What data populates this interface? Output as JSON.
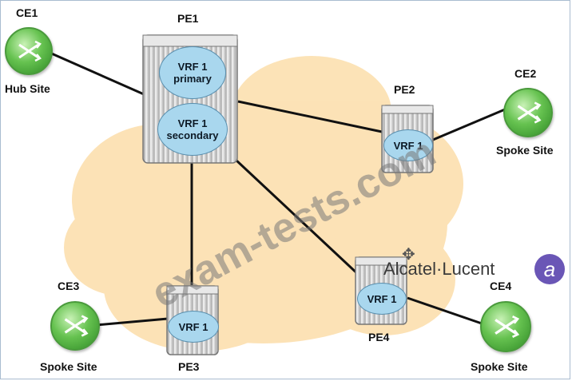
{
  "nodes": {
    "ce1": {
      "name": "CE1",
      "site": "Hub Site"
    },
    "ce2": {
      "name": "CE2",
      "site": "Spoke Site"
    },
    "ce3": {
      "name": "CE3",
      "site": "Spoke Site"
    },
    "ce4": {
      "name": "CE4",
      "site": "Spoke Site"
    },
    "pe1": {
      "name": "PE1",
      "vrf_primary": [
        "VRF 1",
        "primary"
      ],
      "vrf_secondary": [
        "VRF 1",
        "secondary"
      ]
    },
    "pe2": {
      "name": "PE2",
      "vrf": "VRF 1"
    },
    "pe3": {
      "name": "PE3",
      "vrf": "VRF 1"
    },
    "pe4": {
      "name": "PE4",
      "vrf": "VRF 1"
    }
  },
  "links": [
    [
      "CE1",
      "PE1"
    ],
    [
      "PE1",
      "PE2"
    ],
    [
      "PE1",
      "PE3"
    ],
    [
      "PE1",
      "PE4"
    ],
    [
      "PE2",
      "CE2"
    ],
    [
      "PE3",
      "CE3"
    ],
    [
      "PE4",
      "CE4"
    ]
  ],
  "branding": {
    "vendor": "Alcatel·Lucent",
    "logo_glyph": "a"
  },
  "watermark": "exam-tests.com",
  "colors": {
    "cloud": "#fde5b8",
    "router": "#5cbf47",
    "vrf": "#a9d7ee",
    "link": "#111111"
  }
}
